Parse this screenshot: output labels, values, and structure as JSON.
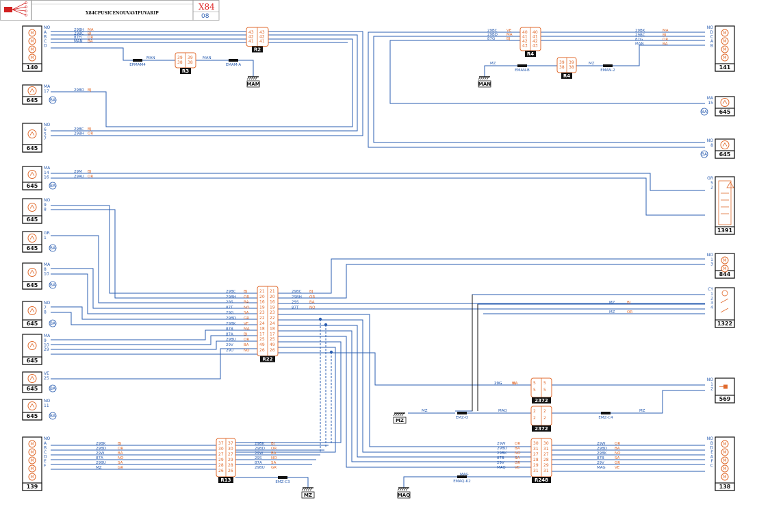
{
  "header": {
    "title": "X84CPUSICENOUVAVIPUVARIP",
    "code": "X84",
    "sub": "08"
  },
  "colors": {
    "wire": "#2a5db0",
    "orange": "#e06a2c",
    "red": "#d22020",
    "black": "#111111"
  },
  "components": [
    {
      "id": "c140",
      "label": "140",
      "pin_header": "NO",
      "pins": [
        "A",
        "B",
        "C",
        "D"
      ]
    },
    {
      "id": "c645a",
      "label": "645",
      "pin_header": "MA",
      "pins": [
        "17"
      ],
      "badge": "BA"
    },
    {
      "id": "c645b",
      "label": "645",
      "pin_header": "NO",
      "pins": [
        "6",
        "5",
        "7"
      ]
    },
    {
      "id": "c645c",
      "label": "645",
      "pin_header": "MA",
      "pins": [
        "14",
        "16"
      ],
      "badge": "BA"
    },
    {
      "id": "c645d",
      "label": "645",
      "pin_header": "NO",
      "pins": [
        "9",
        "8"
      ]
    },
    {
      "id": "c645e",
      "label": "645",
      "pin_header": "GR",
      "pins": [
        "1"
      ],
      "badge": "BA"
    },
    {
      "id": "c645f",
      "label": "645",
      "pin_header": "MA",
      "pins": [
        "8",
        "10"
      ],
      "badge": "BA"
    },
    {
      "id": "c645g",
      "label": "645",
      "pin_header": "NO",
      "pins": [
        "7",
        "8"
      ],
      "badge": "BA"
    },
    {
      "id": "c645h",
      "label": "645",
      "pin_header": "MA",
      "pins": [
        "9",
        "10",
        "29"
      ]
    },
    {
      "id": "c645i",
      "label": "645",
      "pin_header": "VE",
      "pins": [
        "25"
      ],
      "badge": "BA"
    },
    {
      "id": "c645j",
      "label": "645",
      "pin_header": "NO",
      "pins": [
        "11"
      ],
      "badge": "BA"
    },
    {
      "id": "c139",
      "label": "139",
      "pin_header": "NO",
      "pins": [
        "A",
        "B",
        "C",
        "D",
        "E",
        "F"
      ]
    },
    {
      "id": "c141",
      "label": "141",
      "pin_header": "NO",
      "pins": [
        "D",
        "C",
        "A",
        "B"
      ]
    },
    {
      "id": "c645k",
      "label": "645",
      "pin_header": "MA",
      "pins": [
        "15"
      ],
      "badge": "BA"
    },
    {
      "id": "c645l",
      "label": "645",
      "pin_header": "NO",
      "pins": [
        "8"
      ],
      "badge": "BA"
    },
    {
      "id": "c1391",
      "label": "1391",
      "pin_header": "GR",
      "pins": [
        "5",
        "2"
      ]
    },
    {
      "id": "c844",
      "label": "844",
      "pin_header": "NO",
      "pins": [
        "1",
        "3"
      ]
    },
    {
      "id": "c1322",
      "label": "1322",
      "pin_header": "CY",
      "pins": [
        "1",
        "2",
        "3",
        "4"
      ]
    },
    {
      "id": "c569",
      "label": "569",
      "pin_header": "NO",
      "pins": [
        "1",
        "2"
      ]
    },
    {
      "id": "c138",
      "label": "138",
      "pin_header": "NO",
      "pins": [
        "B",
        "D",
        "E",
        "A",
        "F",
        "C"
      ]
    }
  ],
  "connectors": [
    {
      "id": "R2",
      "label": "R2",
      "pins": [
        "43",
        "42",
        "41"
      ]
    },
    {
      "id": "R3",
      "label": "R3",
      "pins": [
        "39",
        "38"
      ]
    },
    {
      "id": "R4",
      "label": "R4",
      "pins": [
        "40",
        "41",
        "42",
        "43"
      ]
    },
    {
      "id": "R4b",
      "label": "R4",
      "pins": [
        "39",
        "38"
      ]
    },
    {
      "id": "R22",
      "label": "R22",
      "pins": [
        "21",
        "20",
        "16",
        "19",
        "23",
        "22",
        "24",
        "18",
        "17",
        "25",
        "49",
        "26"
      ]
    },
    {
      "id": "R13",
      "label": "R13",
      "pins": [
        "37",
        "30",
        "27",
        "29",
        "28",
        "26"
      ]
    },
    {
      "id": "R248",
      "label": "R248",
      "pins": [
        "30",
        "31",
        "27",
        "28",
        "29",
        "31"
      ]
    },
    {
      "id": "R2372a",
      "label": "2372",
      "pins": [
        "5",
        "5"
      ]
    },
    {
      "id": "R2372b",
      "label": "2372",
      "pins": [
        "2",
        "2"
      ]
    }
  ],
  "grounds": [
    {
      "id": "g1",
      "label": "MAM"
    },
    {
      "id": "g2",
      "label": "MAN"
    },
    {
      "id": "g3",
      "label": "MZ"
    },
    {
      "id": "g4",
      "label": "MZ"
    },
    {
      "id": "g5",
      "label": "MAQ"
    }
  ],
  "splices": [
    {
      "id": "s1",
      "label": "EPMAM4"
    },
    {
      "id": "s2",
      "label": "EMAM-A"
    },
    {
      "id": "s3",
      "label": "EMAN-B"
    },
    {
      "id": "s4",
      "label": "EMAN-2"
    },
    {
      "id": "s5",
      "label": "EMZ-O"
    },
    {
      "id": "s6",
      "label": "EMZ-C4"
    },
    {
      "id": "s7",
      "label": "EMZ-C3"
    },
    {
      "id": "s8",
      "label": "EMAQ-K2"
    }
  ],
  "wire_labels": {
    "w140": [
      "29BH",
      "29BC",
      "87H",
      "MAN"
    ],
    "w645a": [
      "29BO"
    ],
    "w645b": [
      "29BC",
      "29BH"
    ],
    "w645c": [
      "29M",
      "29AU"
    ],
    "w141": [
      "29BK",
      "29BC",
      "87G",
      "MAN"
    ],
    "wR4": [
      "29BC",
      "29BD",
      "87G"
    ],
    "wR22L": [
      "29BC",
      "29BH",
      "29S",
      "87T",
      "29G",
      "29BD",
      "29BK",
      "87B",
      "87A",
      "29BU",
      "29V",
      "29U"
    ],
    "wR22R": [
      "29BC",
      "29BH",
      "29S",
      "87T"
    ],
    "w1322": [
      "MZ",
      "MZ"
    ],
    "w569": [
      "29G",
      "29G"
    ],
    "wR13L": [
      "29BK",
      "29BD",
      "29W",
      "87A",
      "29BU",
      "MZ"
    ],
    "wR13R": [
      "29BK",
      "29BD",
      "29W",
      "29S",
      "87A",
      "29BU"
    ],
    "wR248L": [
      "29W",
      "29BD",
      "29BK",
      "87B",
      "29V",
      "MAQ"
    ],
    "wR248R": [
      "29W",
      "29BD",
      "29BK",
      "87B",
      "29V",
      "MAG"
    ],
    "mid": [
      "MAN",
      "MAN",
      "MZ",
      "MZ",
      "MZ",
      "MAQ",
      "MAG",
      "MZ"
    ]
  },
  "wire_colors": [
    "NO",
    "SA",
    "GR",
    "VE",
    "MA",
    "BJ",
    "OR",
    "BA"
  ]
}
